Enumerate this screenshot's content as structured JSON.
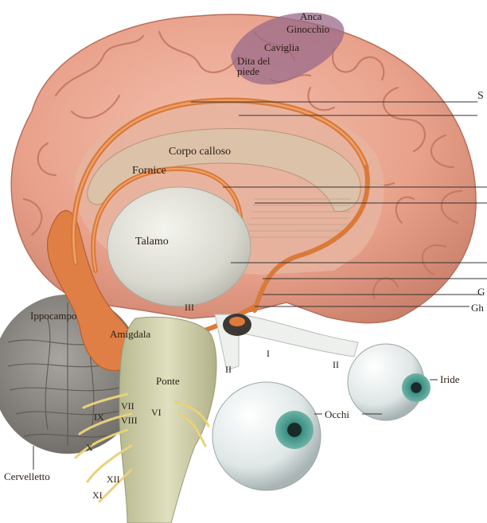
{
  "labels": {
    "anca": "Anca",
    "ginocchio": "Ginocchio",
    "caviglia": "Caviglia",
    "dita_del_piede": "Dita del\npiede",
    "corpo_calloso": "Corpo calloso",
    "fornice": "Fornice",
    "talamo": "Talamo",
    "ippocampo": "Ippocampo",
    "amigdala": "Amigdala",
    "ponte": "Ponte",
    "cervelletto": "Cervelletto",
    "occhi": "Occhi",
    "iride": "Iride",
    "gh_cut": "Gh",
    "s_cut": "S",
    "g_cut": "G"
  },
  "nerves": {
    "i": "I",
    "ii_left": "II",
    "ii_right": "II",
    "iii": "III",
    "vi": "VI",
    "vii": "VII",
    "viii": "VIII",
    "ix": "IX",
    "x": "X",
    "xi": "XI",
    "xii": "XII"
  },
  "colors": {
    "brain": "#e9a28c",
    "gyri_shadow": "#c97f6a",
    "fornix": "#d97a3a",
    "thalamus": "#dcdcd4",
    "cerebellum": "#8e8a86",
    "brainstem": "#d6d6b0",
    "eye_white": "#eef2f2",
    "iris": "#3b8f84",
    "motor_area": "#9a6a8a"
  }
}
